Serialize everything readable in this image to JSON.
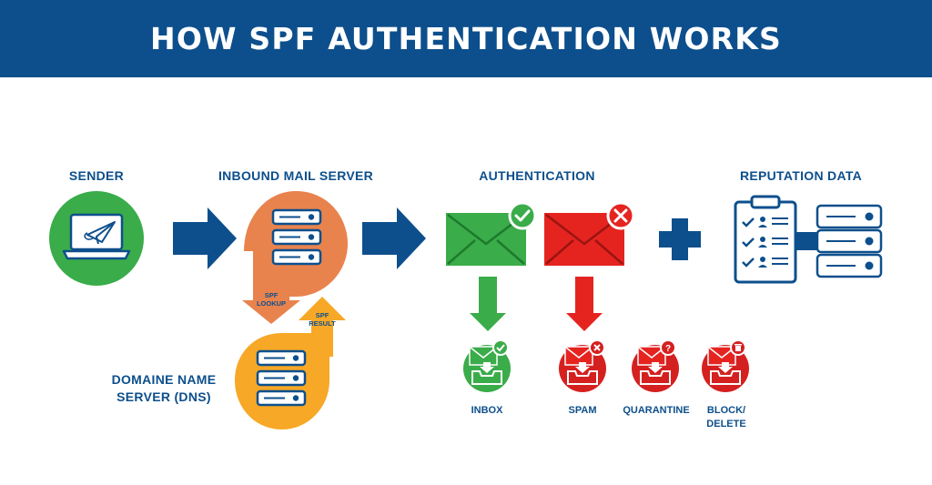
{
  "title": "HOW SPF AUTHENTICATION WORKS",
  "nodes": {
    "sender": "SENDER",
    "inbound": "INBOUND MAIL SERVER",
    "authentication": "AUTHENTICATION",
    "reputation": "REPUTATION DATA",
    "dns_line1": "DOMAINE NAME",
    "dns_line2": "SERVER (DNS)"
  },
  "arrows": {
    "spf_lookup_1": "SPF",
    "spf_lookup_2": "LOOKUP",
    "spf_result_1": "SPF",
    "spf_result_2": "RESULT"
  },
  "outcomes": {
    "inbox": "INBOX",
    "spam": "SPAM",
    "quarantine": "QUARANTINE",
    "block_1": "BLOCK/",
    "block_2": "DELETE"
  },
  "colors": {
    "navy": "#0d4f8c",
    "green": "#3aac4a",
    "red": "#e52420",
    "orange": "#e8834e",
    "amber": "#f7a826"
  },
  "icons": [
    "laptop-icon",
    "paper-plane-icon",
    "server-icon",
    "envelope-icon",
    "check-icon",
    "x-icon",
    "question-icon",
    "trash-icon",
    "plus-icon",
    "clipboard-checklist-icon",
    "inbox-tray-icon"
  ]
}
